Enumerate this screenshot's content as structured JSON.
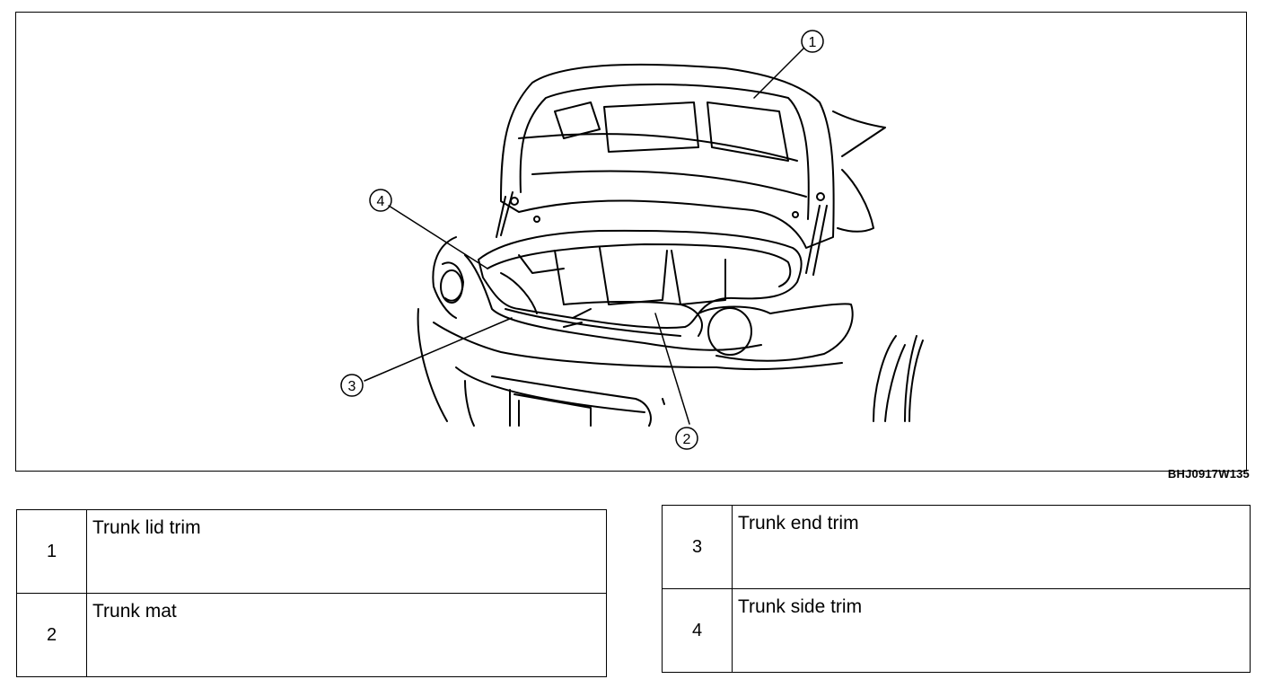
{
  "figure": {
    "code": "BHJ0917W135",
    "callouts": [
      {
        "num": "1"
      },
      {
        "num": "2"
      },
      {
        "num": "3"
      },
      {
        "num": "4"
      }
    ]
  },
  "legend_left": [
    {
      "num": "1",
      "label": "Trunk lid trim"
    },
    {
      "num": "2",
      "label": "Trunk mat"
    }
  ],
  "legend_right": [
    {
      "num": "3",
      "label": "Trunk end trim"
    },
    {
      "num": "4",
      "label": "Trunk side trim"
    }
  ],
  "colors": {
    "line": "#000000",
    "background": "#ffffff"
  }
}
